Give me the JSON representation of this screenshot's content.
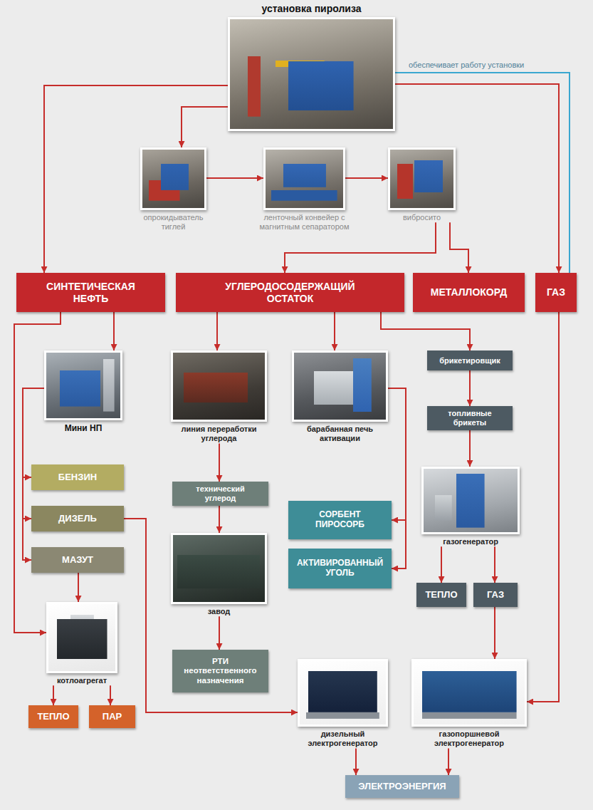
{
  "diagram": {
    "nodes": [
      {
        "text": [
          "установка пиролиза"
        ]
      },
      {
        "text": [
          "опрокидыватель тиглей"
        ]
      },
      {
        "text": [
          "ленточный конвейер с магнитным сепаратором"
        ]
      },
      {
        "text": [
          "вибросито"
        ]
      },
      {
        "text": [
          "СИНТЕТИЧЕСКАЯ НЕФТЬ"
        ]
      },
      {
        "text": [
          "УГЛЕРОДОСОДЕРЖАЩИЙ ОСТАТОК"
        ]
      },
      {
        "text": [
          "МЕТАЛЛОКОРД"
        ]
      },
      {
        "text": [
          "ГАЗ"
        ]
      },
      {
        "text": [
          "Мини НП"
        ]
      },
      {
        "text": [
          "линия переработки углерода"
        ]
      },
      {
        "text": [
          "барабанная печь активации"
        ]
      },
      {
        "text": [
          "брикетировщик"
        ]
      },
      {
        "text": [
          "топливные брикеты"
        ]
      },
      {
        "text": [
          "газогенератор"
        ]
      },
      {
        "text": [
          "БЕНЗИН"
        ]
      },
      {
        "text": [
          "ДИЗЕЛЬ"
        ]
      },
      {
        "text": [
          "МАЗУТ"
        ]
      },
      {
        "text": [
          "технический углерод"
        ]
      },
      {
        "text": [
          "СОРБЕНТ ПИРОСОРБ"
        ]
      },
      {
        "text": [
          "АКТИВИРОВАННЫЙ УГОЛЬ"
        ]
      },
      {
        "text": [
          "завод"
        ]
      },
      {
        "text": [
          "ТЕПЛО"
        ]
      },
      {
        "text": [
          "ГАЗ"
        ]
      },
      {
        "text": [
          "котлоагрегат"
        ]
      },
      {
        "text": [
          "РТИ неответственного назначения"
        ]
      },
      {
        "text": [
          "ТЕПЛО"
        ]
      },
      {
        "text": [
          "ПАР"
        ]
      },
      {
        "text": [
          "дизельный электрогенератор"
        ]
      },
      {
        "text": [
          "газопоршневой электрогенератор"
        ]
      },
      {
        "text": [
          "ЭЛЕКТРОЭНЕРГИЯ"
        ]
      }
    ],
    "edges": [
      {
        "from": 0,
        "to": 4,
        "arrow": "to"
      },
      {
        "from": 0,
        "to": 1,
        "arrow": "to"
      },
      {
        "from": 1,
        "to": 2,
        "arrow": "to"
      },
      {
        "from": 2,
        "to": 3,
        "arrow": "to"
      },
      {
        "from": 0,
        "to": 7,
        "arrow": "to"
      },
      {
        "from": 7,
        "to": 0,
        "label": "обеспечивает работу установки",
        "arrow": "none"
      },
      {
        "from": 3,
        "to": 5,
        "arrow": "to"
      },
      {
        "from": 3,
        "to": 6,
        "arrow": "to"
      },
      {
        "from": 4,
        "to": 8,
        "arrow": "to"
      },
      {
        "from": 4,
        "to": 23,
        "arrow": "to"
      },
      {
        "from": 8,
        "to": 14,
        "arrow": "to"
      },
      {
        "from": 8,
        "to": 15,
        "arrow": "to"
      },
      {
        "from": 8,
        "to": 16,
        "arrow": "to"
      },
      {
        "from": 16,
        "to": 23,
        "arrow": "to"
      },
      {
        "from": 23,
        "to": 25,
        "arrow": "to"
      },
      {
        "from": 23,
        "to": 26,
        "arrow": "to"
      },
      {
        "from": 15,
        "to": 27,
        "arrow": "to"
      },
      {
        "from": 5,
        "to": 9,
        "arrow": "to"
      },
      {
        "from": 5,
        "to": 10,
        "arrow": "to"
      },
      {
        "from": 5,
        "to": 11,
        "arrow": "to"
      },
      {
        "from": 9,
        "to": 17,
        "arrow": "to"
      },
      {
        "from": 17,
        "to": 20,
        "arrow": "to"
      },
      {
        "from": 20,
        "to": 24,
        "arrow": "to"
      },
      {
        "from": 10,
        "to": 18,
        "arrow": "to"
      },
      {
        "from": 10,
        "to": 19,
        "arrow": "to"
      },
      {
        "from": 11,
        "to": 12,
        "arrow": "to"
      },
      {
        "from": 12,
        "to": 13,
        "arrow": "to"
      },
      {
        "from": 13,
        "to": 21,
        "arrow": "to"
      },
      {
        "from": 13,
        "to": 22,
        "arrow": "to"
      },
      {
        "from": 22,
        "to": 28,
        "arrow": "to"
      },
      {
        "from": 7,
        "to": 28,
        "arrow": "to"
      },
      {
        "from": 27,
        "to": 29,
        "arrow": "to"
      },
      {
        "from": 28,
        "to": 29,
        "arrow": "to"
      }
    ]
  }
}
